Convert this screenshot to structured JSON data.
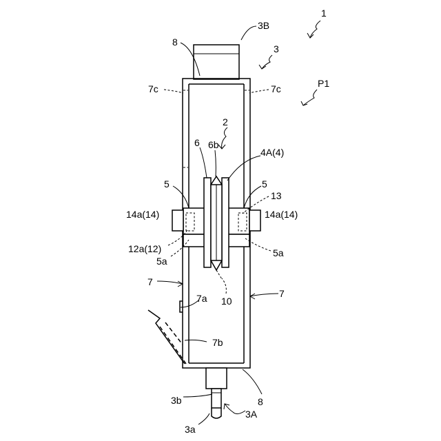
{
  "labels": {
    "ref_1": "1",
    "ref_3B": "3B",
    "ref_3": "3",
    "ref_8_top": "8",
    "ref_P1": "P1",
    "ref_7c_left": "7c",
    "ref_7c_right": "7c",
    "ref_2": "2",
    "ref_6": "6",
    "ref_6b": "6b",
    "ref_4A": "4A(4)",
    "ref_5_left": "5",
    "ref_5_right": "5",
    "ref_13": "13",
    "ref_14a_left": "14a(14)",
    "ref_14a_right": "14a(14)",
    "ref_12a": "12a(12)",
    "ref_5a_left": "5a",
    "ref_5a_right": "5a",
    "ref_7_left": "7",
    "ref_7_right": "7",
    "ref_10": "10",
    "ref_7a": "7a",
    "ref_7b": "7b",
    "ref_8_bottom": "8",
    "ref_3b": "3b",
    "ref_3A": "3A",
    "ref_3a": "3a"
  }
}
